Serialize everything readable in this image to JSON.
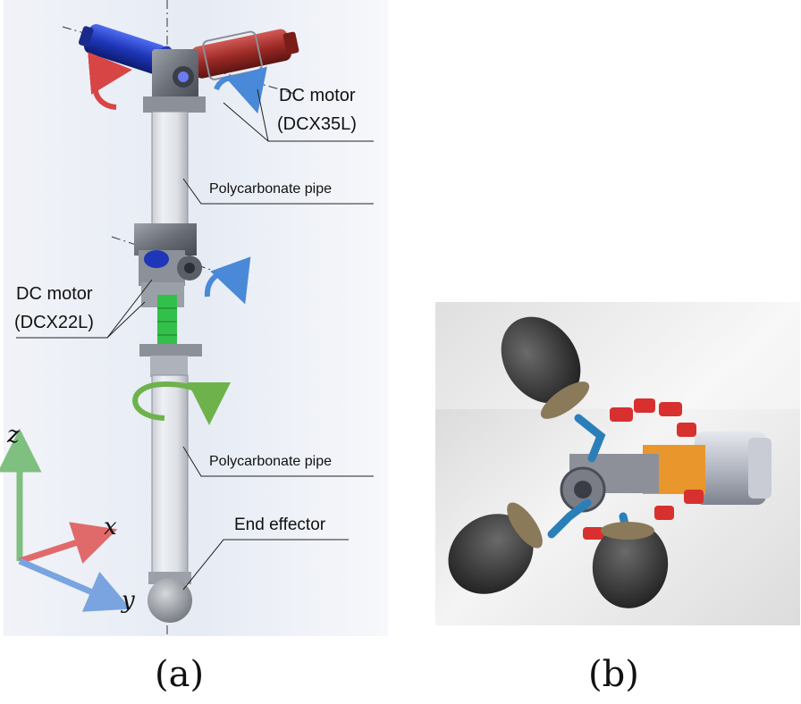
{
  "panel_a": {
    "labels": {
      "dc_motor_top": "DC motor",
      "dc_motor_top_model": "(DCX35L)",
      "pipe_upper": "Polycarbonate pipe",
      "dc_motor_mid": "DC motor",
      "dc_motor_mid_model": "(DCX22L)",
      "pipe_lower": "Polycarbonate pipe",
      "end_effector": "End effector"
    },
    "axes": {
      "z": "z",
      "x": "x",
      "y": "y"
    },
    "caption": "(a)"
  },
  "panel_b": {
    "caption": "(b)"
  },
  "colors": {
    "motor_blue": "#2f4fd0",
    "motor_red": "#b0302c",
    "gear_green": "#33c04a",
    "arrow_red": "#d84545",
    "arrow_blue": "#4a88d8",
    "arrow_green": "#6db24a",
    "axis_z": "#7fbf7f",
    "axis_x": "#e06a6a",
    "axis_y": "#7aa4e0"
  }
}
